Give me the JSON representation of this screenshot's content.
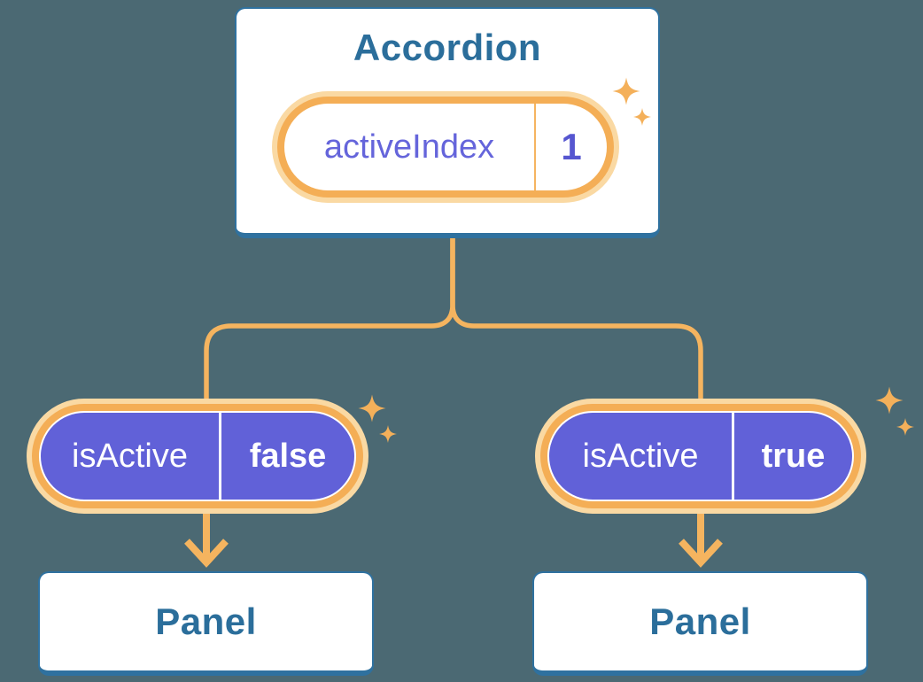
{
  "diagram": {
    "description": "Accordion component state diagram: parent holds activeIndex state, passes isActive props to two Panels",
    "background_color": "#4B6973"
  },
  "palette": {
    "card_border_blue": "#2F719F",
    "card_text_blue": "#2B6E9B",
    "orange_ring": "#F4AE56",
    "orange_glow": "#FAD9A3",
    "connector_orange": "#F5B45F",
    "sparkle_orange": "#F4B05A",
    "purple_fill": "#6161D8",
    "purple_text": "#6565DB",
    "white": "#FFFFFF"
  },
  "accordion": {
    "title": "Accordion",
    "state_pill": {
      "label": "activeIndex",
      "value": "1"
    }
  },
  "children": [
    {
      "prop_pill": {
        "label": "isActive",
        "value": "false"
      },
      "panel": {
        "title": "Panel"
      }
    },
    {
      "prop_pill": {
        "label": "isActive",
        "value": "true"
      },
      "panel": {
        "title": "Panel"
      }
    }
  ]
}
